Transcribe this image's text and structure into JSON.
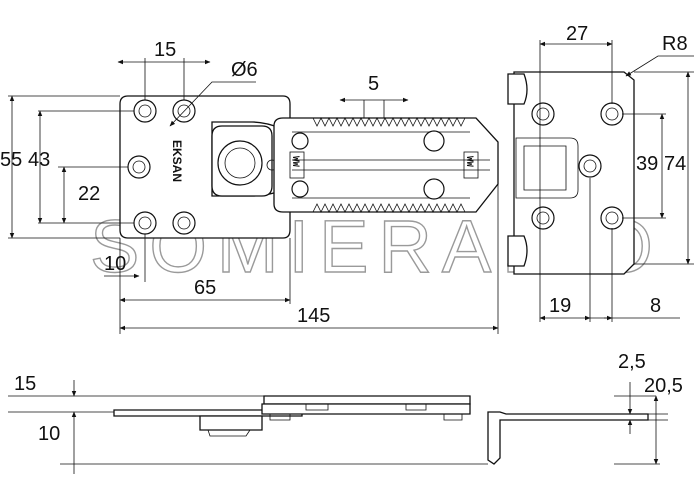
{
  "watermark": "SOMIERA.RO",
  "brand_mark": "EKSAN",
  "spring_mark": "WW",
  "dimensions": {
    "top_15": "15",
    "hole_dia": "Ø6",
    "tooth_5": "5",
    "height_55": "55",
    "height_43": "43",
    "height_22": "22",
    "offset_10": "10",
    "length_65": "65",
    "length_145": "145",
    "side_27": "27",
    "side_r8": "R8",
    "side_39": "39",
    "side_74": "74",
    "side_19": "19",
    "side_8": "8",
    "elev_15": "15",
    "elev_10": "10",
    "elev_2_5": "2,5",
    "elev_20_5": "20,5"
  }
}
